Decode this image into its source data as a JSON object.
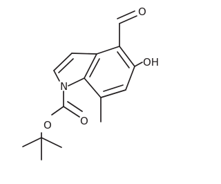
{
  "diagram": {
    "atoms": {
      "aldehyde_oxygen": "O",
      "hydroxyl": "OH",
      "indole_nitrogen": "N",
      "ester_oxygen": "O",
      "carbonyl_oxygen": "O"
    },
    "colors": {
      "ink": "#231f20",
      "background": "#ffffff"
    }
  }
}
